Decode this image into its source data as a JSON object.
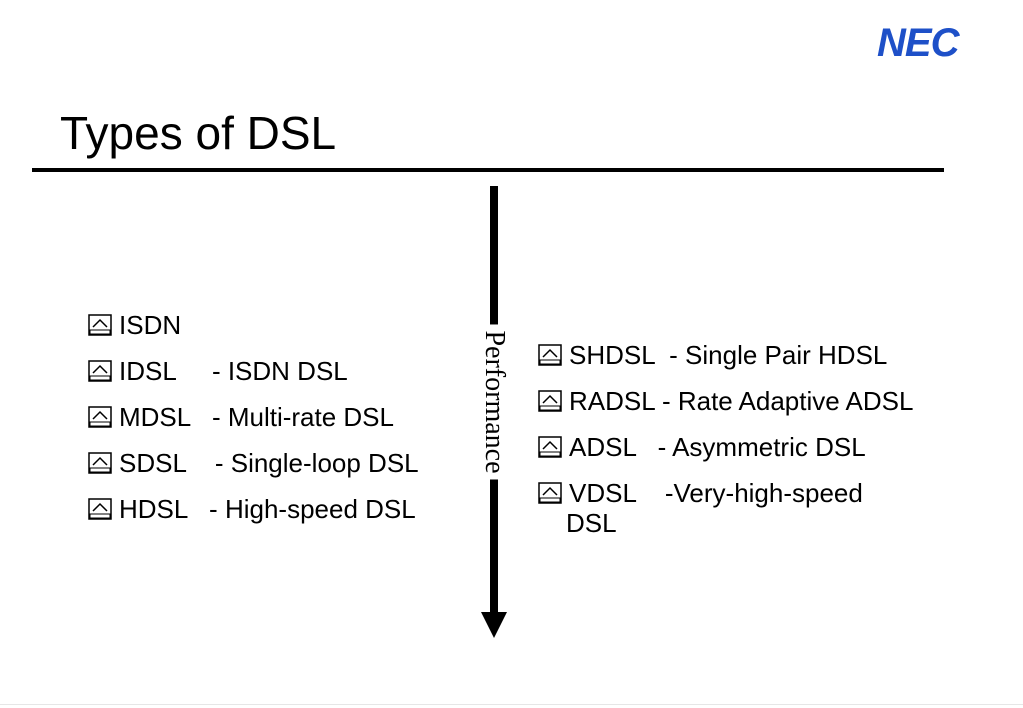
{
  "header": {
    "logo_text": "NEC",
    "brand_color": "#1e50c8"
  },
  "slide": {
    "title": "Types of DSL",
    "axis_label": "Performance"
  },
  "left_list": [
    {
      "name": "ISDN",
      "text": "ISDN"
    },
    {
      "name": "IDSL",
      "text": "IDSL     - ISDN DSL"
    },
    {
      "name": "MDSL",
      "text": "MDSL   - Multi-rate DSL"
    },
    {
      "name": "SDSL",
      "text": "SDSL    - Single-loop DSL"
    },
    {
      "name": "HDSL",
      "text": "HDSL   - High-speed DSL"
    }
  ],
  "right_list": [
    {
      "name": "SHDSL",
      "text": "SHDSL  - Single Pair HDSL"
    },
    {
      "name": "RADSL",
      "text": "RADSL - Rate Adaptive ADSL"
    },
    {
      "name": "ADSL",
      "text": "ADSL   - Asymmetric DSL"
    },
    {
      "name": "VDSL",
      "text": "VDSL    -Very-high-speed",
      "continuation": "DSL"
    }
  ],
  "bullet_icon": "checkbox-caret-icon"
}
